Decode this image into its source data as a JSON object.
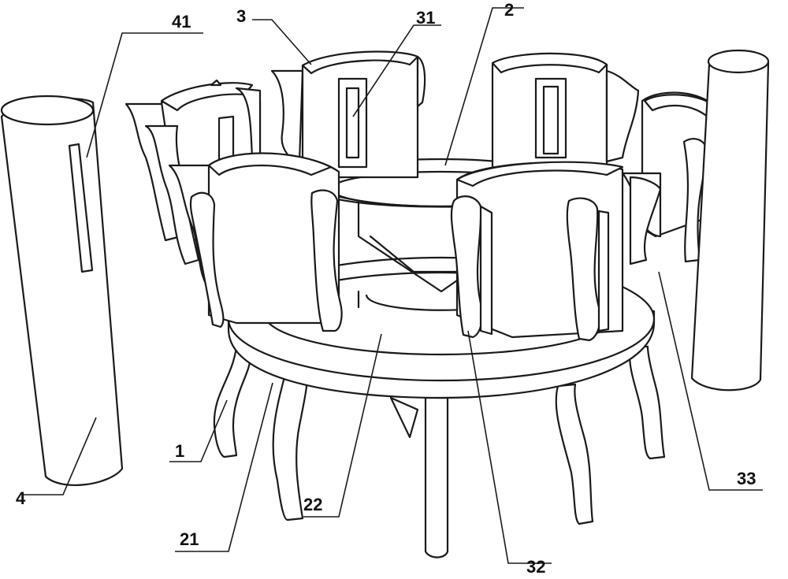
{
  "labels": {
    "l1": "1",
    "l2": "2",
    "l21": "21",
    "l22": "22",
    "l3": "3",
    "l31": "31",
    "l32": "32",
    "l33": "33",
    "l4": "4",
    "l41": "41"
  },
  "colors": {
    "line": "#1a1a1a",
    "dots": "#333333",
    "background": "#ffffff"
  }
}
